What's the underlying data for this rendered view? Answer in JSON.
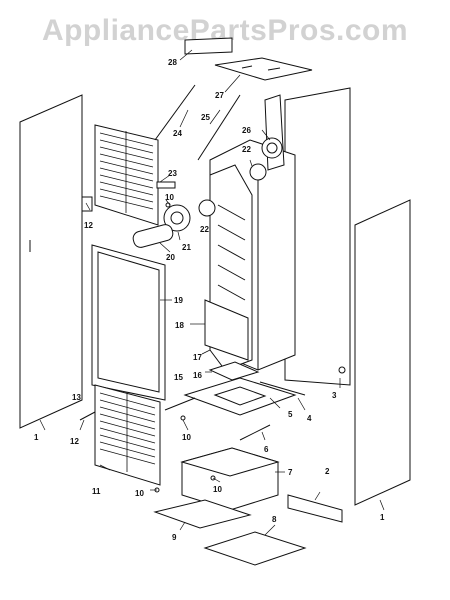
{
  "watermark": "AppliancePartsPros.com",
  "diagram": {
    "type": "exploded-parts-view",
    "callouts": [
      {
        "id": "c1a",
        "label": "1"
      },
      {
        "id": "c1b",
        "label": "1"
      },
      {
        "id": "c2",
        "label": "2"
      },
      {
        "id": "c3",
        "label": "3"
      },
      {
        "id": "c4",
        "label": "4"
      },
      {
        "id": "c5",
        "label": "5"
      },
      {
        "id": "c6",
        "label": "6"
      },
      {
        "id": "c7",
        "label": "7"
      },
      {
        "id": "c8",
        "label": "8"
      },
      {
        "id": "c9",
        "label": "9"
      },
      {
        "id": "c10a",
        "label": "10"
      },
      {
        "id": "c10b",
        "label": "10"
      },
      {
        "id": "c10c",
        "label": "10"
      },
      {
        "id": "c10d",
        "label": "10"
      },
      {
        "id": "c11",
        "label": "11"
      },
      {
        "id": "c12a",
        "label": "12"
      },
      {
        "id": "c12b",
        "label": "12"
      },
      {
        "id": "c13",
        "label": "13"
      },
      {
        "id": "c15",
        "label": "15"
      },
      {
        "id": "c16",
        "label": "16"
      },
      {
        "id": "c17",
        "label": "17"
      },
      {
        "id": "c18",
        "label": "18"
      },
      {
        "id": "c19",
        "label": "19"
      },
      {
        "id": "c20",
        "label": "20"
      },
      {
        "id": "c21",
        "label": "21"
      },
      {
        "id": "c22a",
        "label": "22"
      },
      {
        "id": "c22b",
        "label": "22"
      },
      {
        "id": "c23",
        "label": "23"
      },
      {
        "id": "c24",
        "label": "24"
      },
      {
        "id": "c25",
        "label": "25"
      },
      {
        "id": "c26",
        "label": "26"
      },
      {
        "id": "c27",
        "label": "27"
      },
      {
        "id": "c28",
        "label": "28"
      }
    ]
  }
}
